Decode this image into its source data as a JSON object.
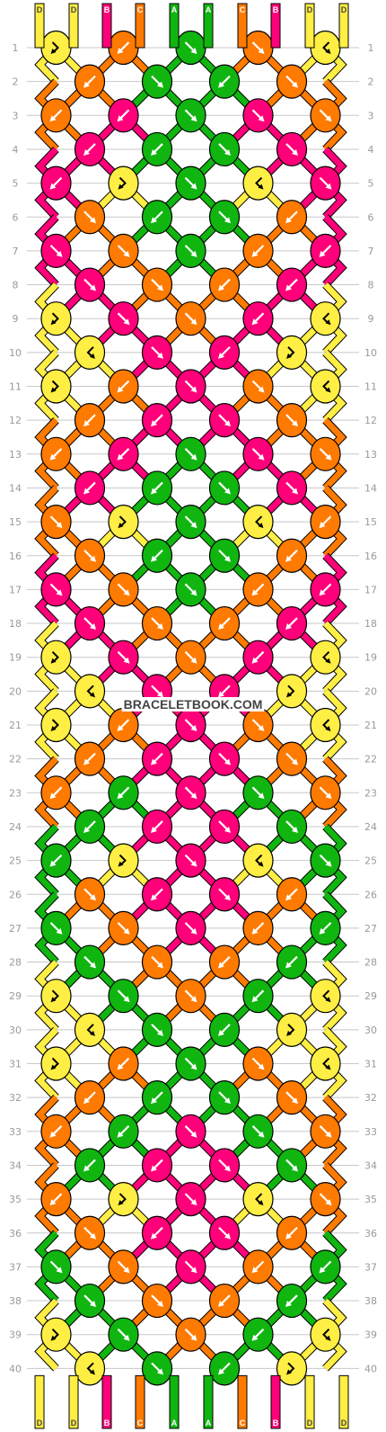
{
  "watermark": "BRACELETBOOK.COM",
  "strand_labels_top": [
    "D",
    "D",
    "B",
    "C",
    "A",
    "A",
    "C",
    "B",
    "D",
    "D"
  ],
  "strand_labels_bottom": [
    "D",
    "D",
    "B",
    "C",
    "A",
    "A",
    "C",
    "B",
    "D",
    "D"
  ],
  "colors": {
    "A": "#10b510",
    "B": "#ff007a",
    "C": "#ff7a00",
    "D": "#ffee44",
    "outline": "#000000",
    "grid": "#c8c8c8",
    "label_text": "#ffffff",
    "row_number": "#9a9a9a"
  },
  "row_numbers": [
    "1",
    "2",
    "3",
    "4",
    "5",
    "6",
    "7",
    "8",
    "9",
    "10",
    "11",
    "12",
    "13",
    "14",
    "15",
    "16",
    "17",
    "18",
    "19",
    "20",
    "21",
    "22",
    "23",
    "24",
    "25",
    "26",
    "27",
    "28",
    "29",
    "30",
    "31",
    "32",
    "33",
    "34",
    "35",
    "36",
    "37",
    "38",
    "39",
    "40"
  ],
  "knot_arrow_legend": {
    "R": "forward knot ↘",
    "L": "backward knot ↙",
    "FB": "forward-backward knot",
    "BF": "backward-forward knot"
  },
  "rows": [
    [
      [
        "D",
        "FB"
      ],
      [
        "C",
        "L"
      ],
      [
        "A",
        "R"
      ],
      [
        "C",
        "R"
      ],
      [
        "D",
        "BF"
      ]
    ],
    [
      [
        "C",
        "L"
      ],
      [
        "A",
        "R"
      ],
      [
        "A",
        "L"
      ],
      [
        "C",
        "R"
      ]
    ],
    [
      [
        "C",
        "L"
      ],
      [
        "B",
        "L"
      ],
      [
        "A",
        "R"
      ],
      [
        "B",
        "R"
      ],
      [
        "C",
        "R"
      ]
    ],
    [
      [
        "B",
        "L"
      ],
      [
        "A",
        "L"
      ],
      [
        "A",
        "R"
      ],
      [
        "B",
        "R"
      ]
    ],
    [
      [
        "B",
        "L"
      ],
      [
        "D",
        "FB"
      ],
      [
        "A",
        "R"
      ],
      [
        "D",
        "BF"
      ],
      [
        "B",
        "R"
      ]
    ],
    [
      [
        "C",
        "R"
      ],
      [
        "A",
        "L"
      ],
      [
        "A",
        "R"
      ],
      [
        "C",
        "L"
      ]
    ],
    [
      [
        "B",
        "R"
      ],
      [
        "C",
        "R"
      ],
      [
        "A",
        "R"
      ],
      [
        "C",
        "L"
      ],
      [
        "B",
        "L"
      ]
    ],
    [
      [
        "B",
        "R"
      ],
      [
        "C",
        "R"
      ],
      [
        "C",
        "L"
      ],
      [
        "B",
        "L"
      ]
    ],
    [
      [
        "D",
        "FB"
      ],
      [
        "B",
        "R"
      ],
      [
        "C",
        "R"
      ],
      [
        "B",
        "L"
      ],
      [
        "D",
        "BF"
      ]
    ],
    [
      [
        "D",
        "BF"
      ],
      [
        "B",
        "R"
      ],
      [
        "B",
        "L"
      ],
      [
        "D",
        "FB"
      ]
    ],
    [
      [
        "D",
        "FB"
      ],
      [
        "C",
        "L"
      ],
      [
        "B",
        "R"
      ],
      [
        "C",
        "R"
      ],
      [
        "D",
        "BF"
      ]
    ],
    [
      [
        "C",
        "L"
      ],
      [
        "B",
        "L"
      ],
      [
        "B",
        "R"
      ],
      [
        "C",
        "R"
      ]
    ],
    [
      [
        "C",
        "L"
      ],
      [
        "B",
        "L"
      ],
      [
        "A",
        "R"
      ],
      [
        "B",
        "R"
      ],
      [
        "C",
        "R"
      ]
    ],
    [
      [
        "B",
        "L"
      ],
      [
        "A",
        "L"
      ],
      [
        "A",
        "R"
      ],
      [
        "B",
        "R"
      ]
    ],
    [
      [
        "C",
        "R"
      ],
      [
        "D",
        "FB"
      ],
      [
        "A",
        "R"
      ],
      [
        "D",
        "BF"
      ],
      [
        "C",
        "L"
      ]
    ],
    [
      [
        "C",
        "R"
      ],
      [
        "A",
        "L"
      ],
      [
        "A",
        "R"
      ],
      [
        "C",
        "L"
      ]
    ],
    [
      [
        "B",
        "R"
      ],
      [
        "C",
        "R"
      ],
      [
        "A",
        "R"
      ],
      [
        "C",
        "L"
      ],
      [
        "B",
        "L"
      ]
    ],
    [
      [
        "B",
        "R"
      ],
      [
        "C",
        "R"
      ],
      [
        "C",
        "L"
      ],
      [
        "B",
        "L"
      ]
    ],
    [
      [
        "D",
        "FB"
      ],
      [
        "B",
        "R"
      ],
      [
        "C",
        "R"
      ],
      [
        "B",
        "L"
      ],
      [
        "D",
        "BF"
      ]
    ],
    [
      [
        "D",
        "BF"
      ],
      [
        "B",
        "R"
      ],
      [
        "B",
        "L"
      ],
      [
        "D",
        "FB"
      ]
    ],
    [
      [
        "D",
        "FB"
      ],
      [
        "C",
        "L"
      ],
      [
        "B",
        "R"
      ],
      [
        "C",
        "R"
      ],
      [
        "D",
        "BF"
      ]
    ],
    [
      [
        "C",
        "L"
      ],
      [
        "B",
        "L"
      ],
      [
        "B",
        "R"
      ],
      [
        "C",
        "R"
      ]
    ],
    [
      [
        "C",
        "L"
      ],
      [
        "A",
        "L"
      ],
      [
        "B",
        "R"
      ],
      [
        "A",
        "R"
      ],
      [
        "C",
        "R"
      ]
    ],
    [
      [
        "A",
        "L"
      ],
      [
        "B",
        "L"
      ],
      [
        "B",
        "R"
      ],
      [
        "A",
        "R"
      ]
    ],
    [
      [
        "A",
        "L"
      ],
      [
        "D",
        "FB"
      ],
      [
        "B",
        "R"
      ],
      [
        "D",
        "BF"
      ],
      [
        "A",
        "R"
      ]
    ],
    [
      [
        "C",
        "R"
      ],
      [
        "B",
        "L"
      ],
      [
        "B",
        "R"
      ],
      [
        "C",
        "L"
      ]
    ],
    [
      [
        "A",
        "R"
      ],
      [
        "C",
        "R"
      ],
      [
        "B",
        "R"
      ],
      [
        "C",
        "L"
      ],
      [
        "A",
        "L"
      ]
    ],
    [
      [
        "A",
        "R"
      ],
      [
        "C",
        "R"
      ],
      [
        "C",
        "L"
      ],
      [
        "A",
        "L"
      ]
    ],
    [
      [
        "D",
        "FB"
      ],
      [
        "A",
        "R"
      ],
      [
        "C",
        "R"
      ],
      [
        "A",
        "L"
      ],
      [
        "D",
        "BF"
      ]
    ],
    [
      [
        "D",
        "BF"
      ],
      [
        "A",
        "R"
      ],
      [
        "A",
        "L"
      ],
      [
        "D",
        "FB"
      ]
    ],
    [
      [
        "D",
        "FB"
      ],
      [
        "C",
        "L"
      ],
      [
        "A",
        "R"
      ],
      [
        "C",
        "R"
      ],
      [
        "D",
        "BF"
      ]
    ],
    [
      [
        "C",
        "L"
      ],
      [
        "A",
        "L"
      ],
      [
        "A",
        "R"
      ],
      [
        "C",
        "R"
      ]
    ],
    [
      [
        "C",
        "L"
      ],
      [
        "A",
        "L"
      ],
      [
        "B",
        "R"
      ],
      [
        "A",
        "R"
      ],
      [
        "C",
        "R"
      ]
    ],
    [
      [
        "A",
        "L"
      ],
      [
        "B",
        "L"
      ],
      [
        "B",
        "R"
      ],
      [
        "A",
        "R"
      ]
    ],
    [
      [
        "C",
        "L"
      ],
      [
        "D",
        "FB"
      ],
      [
        "B",
        "R"
      ],
      [
        "D",
        "BF"
      ],
      [
        "C",
        "R"
      ]
    ],
    [
      [
        "C",
        "R"
      ],
      [
        "B",
        "L"
      ],
      [
        "B",
        "R"
      ],
      [
        "C",
        "L"
      ]
    ],
    [
      [
        "A",
        "R"
      ],
      [
        "C",
        "R"
      ],
      [
        "B",
        "R"
      ],
      [
        "C",
        "L"
      ],
      [
        "A",
        "L"
      ]
    ],
    [
      [
        "A",
        "R"
      ],
      [
        "C",
        "R"
      ],
      [
        "C",
        "L"
      ],
      [
        "A",
        "L"
      ]
    ],
    [
      [
        "D",
        "FB"
      ],
      [
        "A",
        "R"
      ],
      [
        "C",
        "R"
      ],
      [
        "A",
        "L"
      ],
      [
        "D",
        "BF"
      ]
    ],
    [
      [
        "D",
        "BF"
      ],
      [
        "A",
        "R"
      ],
      [
        "A",
        "L"
      ],
      [
        "D",
        "FB"
      ]
    ]
  ]
}
